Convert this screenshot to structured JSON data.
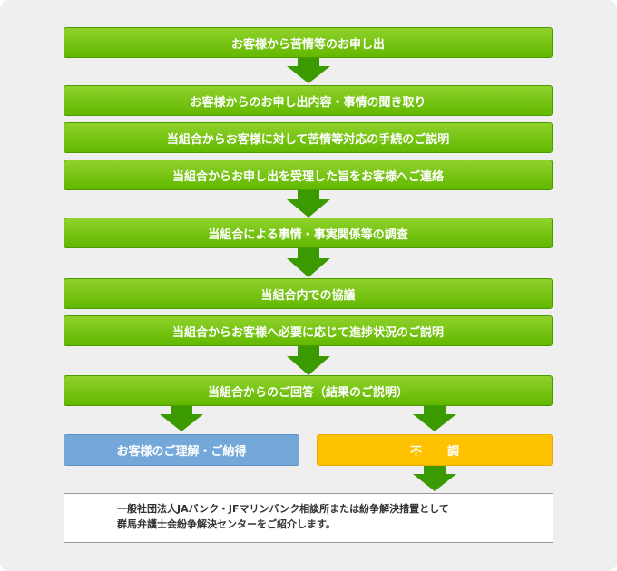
{
  "flow": {
    "step1": "お客様から苦情等のお申し出",
    "step2": "お客様からのお申し出内容・事情の聞き取り",
    "step3": "当組合からお客様に対して苦情等対応の手続のご説明",
    "step4": "当組合からお申し出を受理した旨をお客様へご連絡",
    "step5": "当組合による事情・事実関係等の調査",
    "step6": "当組合内での協議",
    "step7": "当組合からお客様へ必要に応じて進捗状況のご説明",
    "step8": "当組合からのご回答（結果のご説明）",
    "outcome_ok": "お客様のご理解・ご納得",
    "outcome_ng": "不調",
    "note_line1": "一般社団法人JAバンク・JFマリンバンク相談所または紛争解決措置として",
    "note_line2": "群馬弁護士会紛争解決センターをご紹介します。"
  },
  "colors": {
    "green": "#6cc000",
    "arrow": "#3a9a00",
    "blue": "#73a8d8",
    "yellow": "#ffc200"
  }
}
